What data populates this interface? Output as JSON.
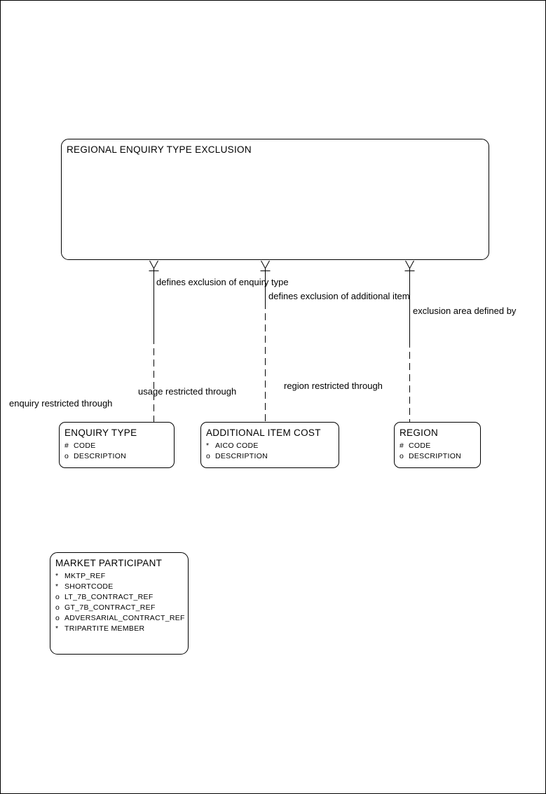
{
  "colors": {
    "line": "#000000",
    "background": "#ffffff"
  },
  "entities": [
    {
      "name": "REGIONAL ENQUIRY TYPE EXCLUSION",
      "attributes": []
    },
    {
      "name": "ENQUIRY TYPE",
      "attributes": [
        {
          "marker": "#",
          "name": "CODE"
        },
        {
          "marker": "o",
          "name": "DESCRIPTION"
        }
      ]
    },
    {
      "name": "ADDITIONAL ITEM COST",
      "attributes": [
        {
          "marker": "*",
          "name": "AICO CODE"
        },
        {
          "marker": "o",
          "name": "DESCRIPTION"
        }
      ]
    },
    {
      "name": "REGION",
      "attributes": [
        {
          "marker": "#",
          "name": "CODE"
        },
        {
          "marker": "o",
          "name": "DESCRIPTION"
        }
      ]
    },
    {
      "name": "MARKET PARTICIPANT",
      "attributes": [
        {
          "marker": "*",
          "name": "MKTP_REF"
        },
        {
          "marker": "*",
          "name": "SHORTCODE"
        },
        {
          "marker": "o",
          "name": "LT_7B_CONTRACT_REF"
        },
        {
          "marker": "o",
          "name": "GT_7B_CONTRACT_REF"
        },
        {
          "marker": "o",
          "name": "ADVERSARIAL_CONTRACT_REF"
        },
        {
          "marker": "*",
          "name": "TRIPARTITE MEMBER"
        }
      ]
    }
  ],
  "relationships": [
    {
      "from": "REGIONAL ENQUIRY TYPE EXCLUSION",
      "to": "ENQUIRY TYPE",
      "near_label": "defines exclusion of enquiry type",
      "far_label": "enquiry restricted through"
    },
    {
      "from": "REGIONAL ENQUIRY TYPE EXCLUSION",
      "to": "ADDITIONAL ITEM COST",
      "near_label": "defines exclusion of additional item",
      "far_label": "usage restricted through"
    },
    {
      "from": "REGIONAL ENQUIRY TYPE EXCLUSION",
      "to": "REGION",
      "near_label": "exclusion area defined by",
      "far_label": "region restricted through"
    }
  ]
}
